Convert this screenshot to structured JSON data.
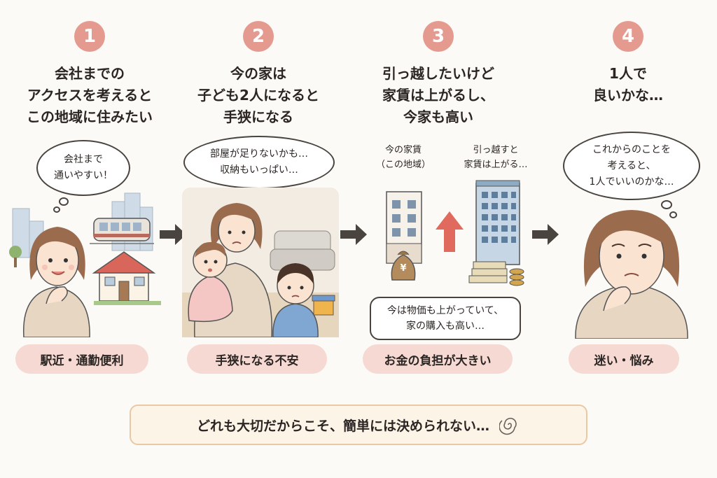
{
  "steps": [
    {
      "number": "1",
      "heading": "会社までの\nアクセスを考えると\nこの地域に住みたい",
      "bubble": "会社まで\n通いやすい！",
      "label": "駅近・通勤便利"
    },
    {
      "number": "2",
      "heading": "今の家は\n子ども2人になると\n手狭になる",
      "bubble": "部屋が足りないかも…\n収納もいっぱい…",
      "label": "手狭になる不安"
    },
    {
      "number": "3",
      "heading": "引っ越したいけど\n家賃は上がるし、\n今家も高い",
      "current_rent": "今の家賃\n（この地域）",
      "moving_rent": "引っ越すと\n家賃は上がる…",
      "yen_symbol": "¥",
      "bubble": "今は物価も上がっていて、\n家の購入も高い…",
      "label": "お金の負担が大きい"
    },
    {
      "number": "4",
      "heading": "1人で\n良いかな…",
      "bubble": "これからのことを\n考えると、\n1人でいいのかな…",
      "label": "迷い・悩み"
    }
  ],
  "footer": {
    "text": "どれも大切だからこそ、簡単には決められない…"
  },
  "colors": {
    "accent": "#e59a8f",
    "label_bg": "#f6d9d2",
    "arrow": "#4a4440",
    "footer_border": "#e9c8a4"
  }
}
